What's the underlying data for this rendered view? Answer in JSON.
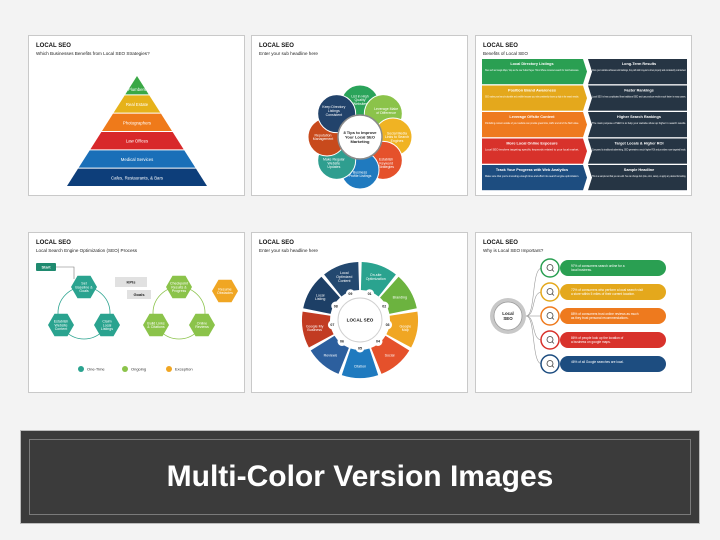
{
  "slide1": {
    "title": "LOCAL SEO",
    "subtitle": "Which Businesses Benefits from Local SEO Strategies?",
    "levels": [
      "Plumbers",
      "Real Estate",
      "Photographers",
      "Law Offices",
      "Medical Services",
      "Cafes, Restaurants, & Bars"
    ],
    "colors": [
      "#3aa845",
      "#e6b21a",
      "#ef7a1a",
      "#d8282a",
      "#1a6fb8",
      "#0d3e7a"
    ]
  },
  "slide2": {
    "title": "LOCAL SEO",
    "subtitle": "Enter your sub headline here",
    "center": [
      "8 Tips to Improve",
      "Your Local SEO",
      "Marketing"
    ],
    "petals": [
      {
        "text": [
          "List in High",
          "Quality",
          "Websites"
        ],
        "color": "#2aa35a"
      },
      {
        "text": [
          "Leverage Make",
          "of Difference"
        ],
        "color": "#8bc34a"
      },
      {
        "text": [
          "Social Media",
          "Links to Search",
          "Engines"
        ],
        "color": "#f0b323"
      },
      {
        "text": [
          "Establish",
          "Keyword",
          "Strategies"
        ],
        "color": "#e5512b"
      },
      {
        "text": [
          "Business",
          "Profile Listings"
        ],
        "color": "#1f7abf"
      },
      {
        "text": [
          "Make Regular",
          "Website",
          "Updates"
        ],
        "color": "#2f9e8f"
      },
      {
        "text": [
          "Reputation",
          "Management"
        ],
        "color": "#c84a1c"
      },
      {
        "text": [
          "Keep Directory",
          "Listings",
          "Consistent"
        ],
        "color": "#22436b"
      }
    ]
  },
  "slide3": {
    "title": "LOCAL SEO",
    "subtitle": "Benefits of Local SEO",
    "rows": [
      {
        "left_head": "Local Directory Listings",
        "left_body": "Sites such as Google Maps, Yelp are the new Yellow Pages. This is Where consumers search for local businesses.",
        "right_head": "Long-Term Results",
        "right_body": "Once your website achieves solid rankings, they will stick long-term when properly and consistently maintained.",
        "color": "#2a9f52"
      },
      {
        "left_head": "Position Brand Awareness",
        "left_body": "SEO makes your brand noticeable and credible because your site consistently shows up high in the search results.",
        "right_head": "Faster Rankings",
        "right_body": "Local SEO is less complicated than traditional SEO and can produce results much faster in many cases.",
        "color": "#e4a81c"
      },
      {
        "left_head": "Leverage Offsite Content",
        "left_body": "Publishing content outside of your website can provide great links, traffic and all of the SEO value.",
        "right_head": "Higher Search Rankings",
        "right_body": "The main purpose of SEO is to help your website show up higher in search results.",
        "color": "#ee7a1e"
      },
      {
        "left_head": "More Local Online Exposure",
        "left_body": "Local SEO involves targeting specific keywords related to your local market.",
        "right_head": "Target Locals & Higher ROI",
        "right_body": "Compared to traditional advertising, SEO generates a much higher ROI and provides more targeted leads.",
        "color": "#d8322b"
      },
      {
        "left_head": "Track Your Progress with Web Analytics",
        "left_body": "Make sure that you're investing enough time and effort into search engine optimization.",
        "right_head": "Sample Headline",
        "right_body": "This is a sample text that you can edit. You can change font (size, color, name), or apply any desired formatting.",
        "color": "#1d4d80"
      }
    ]
  },
  "slide4": {
    "title": "LOCAL SEO",
    "subtitle": "Local Search Engine Optimization (SEO) Process",
    "start": "Start",
    "hexes": [
      {
        "text": [
          "Set",
          "Baseline &",
          "Goals"
        ],
        "color": "#2aa38f"
      },
      {
        "text": [
          "Establish",
          "Website",
          "Content"
        ],
        "color": "#2aa38f"
      },
      {
        "text": [
          "Claim",
          "Local",
          "Listings"
        ],
        "color": "#2aa38f"
      },
      {
        "text": [
          "Checkpoint",
          "Results &",
          "Progress"
        ],
        "color": "#8bc34a"
      },
      {
        "text": [
          "Build Links",
          "& Citations"
        ],
        "color": "#8bc34a"
      },
      {
        "text": [
          "Online",
          "Reviews"
        ],
        "color": "#8bc34a"
      },
      {
        "text": [
          "Resume",
          "Obstacles"
        ],
        "color": "#f0a623"
      }
    ],
    "kpis": "KPIs",
    "goals": "Goals",
    "legend": [
      {
        "label": "One-Time",
        "color": "#2aa38f"
      },
      {
        "label": "Ongoing",
        "color": "#8bc34a"
      },
      {
        "label": "Exception",
        "color": "#f0a623"
      }
    ]
  },
  "slide5": {
    "title": "LOCAL SEO",
    "subtitle": "Enter your sub headline here",
    "center": "LOCAL SEO",
    "segments": [
      {
        "num": "01",
        "text": [
          "On-site",
          "Optimization"
        ],
        "color": "#2aa38f"
      },
      {
        "num": "02",
        "text": [
          "Branding"
        ],
        "color": "#6cb33f"
      },
      {
        "num": "03",
        "text": [
          "Google",
          "Map"
        ],
        "color": "#f0a623"
      },
      {
        "num": "04",
        "text": [
          "Social"
        ],
        "color": "#e5512b"
      },
      {
        "num": "05",
        "text": [
          "Citation"
        ],
        "color": "#1f7abf"
      },
      {
        "num": "06",
        "text": [
          "Reviews"
        ],
        "color": "#2c5f9e"
      },
      {
        "num": "07",
        "text": [
          "Google My",
          "Business"
        ],
        "color": "#c23b22"
      },
      {
        "num": "08",
        "text": [
          "Local",
          "Listing"
        ],
        "color": "#1d3f66"
      },
      {
        "num": "09",
        "text": [
          "Local",
          "Optimized",
          "Content"
        ],
        "color": "#23486f"
      }
    ]
  },
  "slide6": {
    "title": "LOCAL SEO",
    "subtitle": "Why is Local SEO Important?",
    "center": [
      "Local",
      "SEO"
    ],
    "bars": [
      {
        "text": [
          "97% of consumers search online for a",
          "local business."
        ],
        "color": "#2a9f52",
        "icon": "search-icon"
      },
      {
        "text": [
          "72% of consumers who perform a local search visit",
          "a store within 5 miles of their current location."
        ],
        "color": "#e4a81c",
        "icon": "location-pin-icon"
      },
      {
        "text": [
          "88% of consumers trust online reviews as much",
          "as they trust personal recommendations."
        ],
        "color": "#ee7a1e",
        "icon": "thumbs-up-icon"
      },
      {
        "text": [
          "86% of people look up the location of",
          "a business on google maps."
        ],
        "color": "#d8322b",
        "icon": "map-marker-icon"
      },
      {
        "text": [
          "46% of all Google searches are local."
        ],
        "color": "#1d4d80",
        "icon": "building-icon"
      }
    ]
  },
  "banner": {
    "text": "Multi-Color Version Images"
  }
}
